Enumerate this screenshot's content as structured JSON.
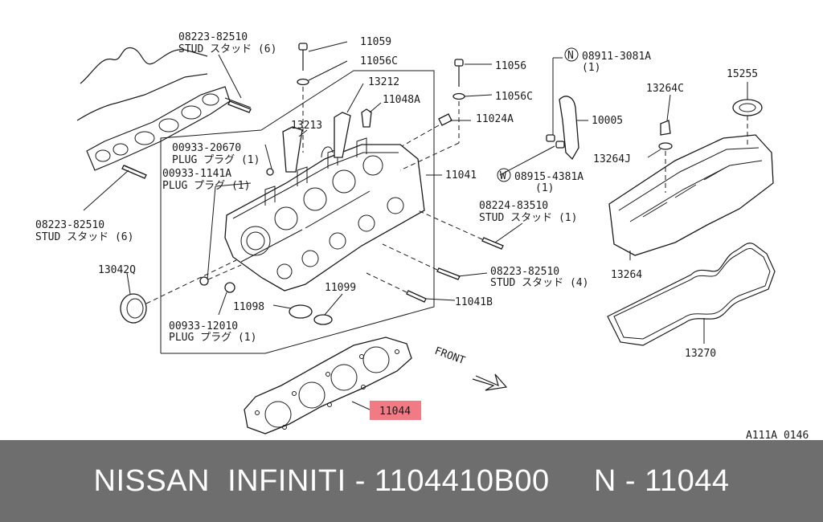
{
  "callouts": {
    "c08223_82510_top": "08223-82510",
    "stud_6_top": "STUD スタッド (6)",
    "c11059": "11059",
    "c11056C_top": "11056C",
    "c13212": "13212",
    "c11048A": "11048A",
    "c13213": "13213",
    "c11024A": "11024A",
    "c00933_20670": "00933-20670",
    "plug_1_a": "PLUG プラグ (1)",
    "c00933_1141A": "00933-1141A",
    "plug_1_b": "PLUG プラグ (1)",
    "c11041": "11041",
    "c08223_82510_left": "08223-82510",
    "stud_6_left": "STUD スタッド (6)",
    "c13042Q": "13042Q",
    "c08224_83510": "08224-83510",
    "stud_1": "STUD スタッド (1)",
    "c08223_82510_mid": "08223-82510",
    "stud_4": "STUD スタッド (4)",
    "c11099": "11099",
    "c11098": "11098",
    "c11041B": "11041B",
    "c00933_12010": "00933-12010",
    "plug_1_c": "PLUG プラグ (1)",
    "c11056": "11056",
    "c11056C_right": "11056C",
    "n_mark": "N",
    "c08911_3081A": "08911-3081A",
    "qty_1_a": "(1)",
    "c10005": "10005",
    "w_mark": "W",
    "c08915_4381A": "08915-4381A",
    "qty_1_b": "(1)",
    "c13264C": "13264C",
    "c15255": "15255",
    "c13264J": "13264J",
    "c13264": "13264",
    "c13270": "13270",
    "front": "FRONT",
    "c11044_highlight": "11044",
    "diagram_ref": "A111A 0146"
  },
  "colors": {
    "highlight": "#f07b84",
    "footer_bg": "#6e6e6e",
    "footer_text": "#ffffff"
  },
  "footer": {
    "text": "NISSAN  INFINITI - 1104410B00     N - 11044"
  }
}
